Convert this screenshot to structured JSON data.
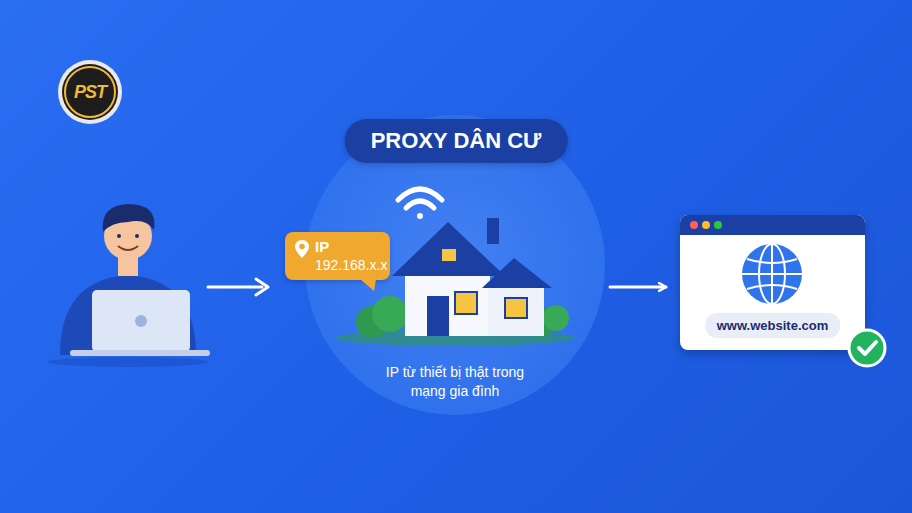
{
  "diagram": {
    "title": "PROXY DÂN CƯ",
    "nodes": [
      {
        "text": [
          "IP từ thiết bị thật trong mạng gia đình"
        ]
      },
      {
        "text": [
          "IP",
          "192.168.x.x"
        ],
        "in": 0
      },
      {
        "text": [
          "www.website.com"
        ]
      }
    ],
    "edges": [
      {
        "from": 0,
        "to": 2,
        "arrow": "to"
      }
    ],
    "labels": [
      "PST"
    ]
  }
}
